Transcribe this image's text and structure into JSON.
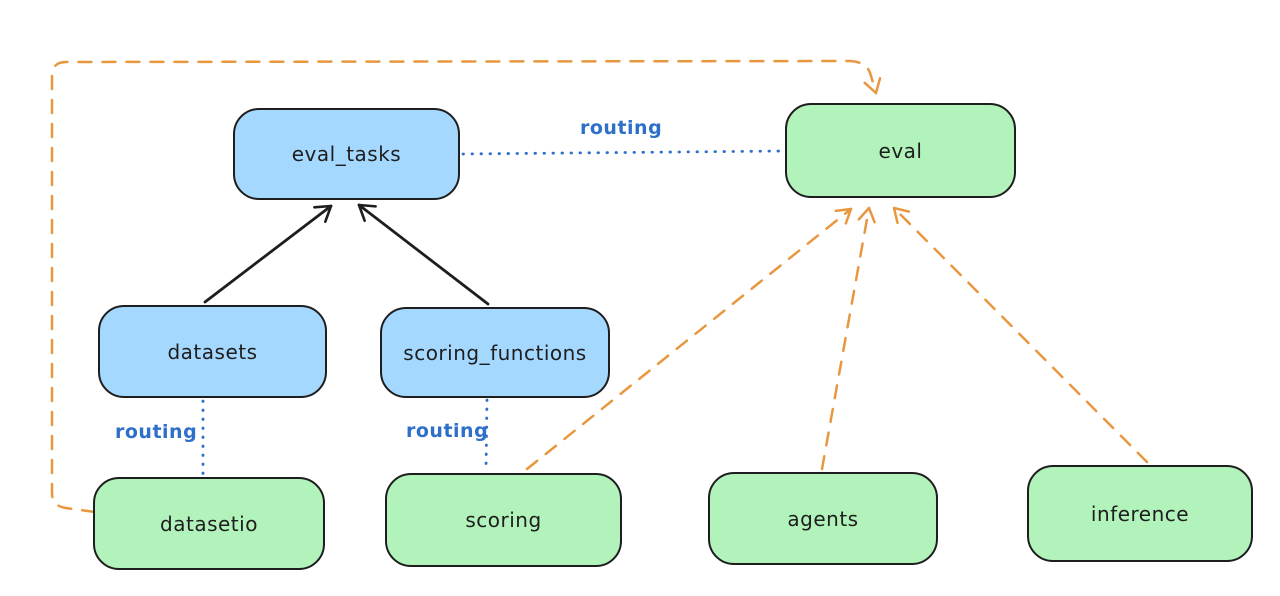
{
  "diagram": {
    "background": "#ffffff",
    "colors": {
      "node_blue_fill": "#a5d8ff",
      "node_green_fill": "#b2f2bb",
      "node_stroke": "#1e1e1e",
      "routing_blue": "#2e6fc9",
      "provider_orange": "#e8973f",
      "solid_arrow_black": "#1e1e1e"
    },
    "nodes": [
      {
        "id": "eval_tasks",
        "label": "eval_tasks",
        "fill": "#a5d8ff"
      },
      {
        "id": "eval",
        "label": "eval",
        "fill": "#b2f2bb"
      },
      {
        "id": "datasets",
        "label": "datasets",
        "fill": "#a5d8ff"
      },
      {
        "id": "scoring_functions",
        "label": "scoring_functions",
        "fill": "#a5d8ff"
      },
      {
        "id": "datasetio",
        "label": "datasetio",
        "fill": "#b2f2bb"
      },
      {
        "id": "scoring",
        "label": "scoring",
        "fill": "#b2f2bb"
      },
      {
        "id": "agents",
        "label": "agents",
        "fill": "#b2f2bb"
      },
      {
        "id": "inference",
        "label": "inference",
        "fill": "#b2f2bb"
      }
    ],
    "edges": [
      {
        "from": "datasets",
        "to": "eval_tasks",
        "style": "solid",
        "color": "#1e1e1e",
        "arrow": true
      },
      {
        "from": "scoring_functions",
        "to": "eval_tasks",
        "style": "solid",
        "color": "#1e1e1e",
        "arrow": true
      },
      {
        "from": "eval_tasks",
        "to": "eval",
        "style": "dotted",
        "color": "#2e6fc9",
        "arrow": false,
        "label": "routing"
      },
      {
        "from": "datasets",
        "to": "datasetio",
        "style": "dotted",
        "color": "#2e6fc9",
        "arrow": false,
        "label": "routing"
      },
      {
        "from": "scoring_functions",
        "to": "scoring",
        "style": "dotted",
        "color": "#2e6fc9",
        "arrow": false,
        "label": "routing"
      },
      {
        "from": "scoring",
        "to": "eval",
        "style": "dashed",
        "color": "#e8973f",
        "arrow": true
      },
      {
        "from": "agents",
        "to": "eval",
        "style": "dashed",
        "color": "#e8973f",
        "arrow": true
      },
      {
        "from": "inference",
        "to": "eval",
        "style": "dashed",
        "color": "#e8973f",
        "arrow": true
      },
      {
        "from": "datasetio",
        "to": "eval",
        "style": "dashed",
        "color": "#e8973f",
        "arrow": true,
        "route": "around-left-and-top"
      }
    ]
  }
}
